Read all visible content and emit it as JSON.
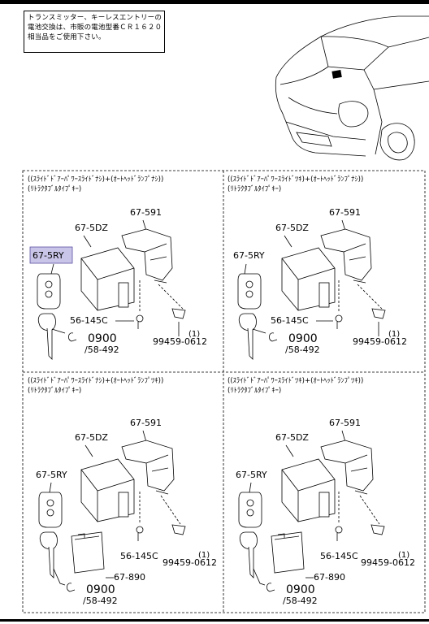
{
  "note": {
    "lines": [
      "トランスミッター、キーレスエントリーの",
      "電池交換は、市販の電池型番ＣＲ１６２０",
      "相当品をご使用下さい。"
    ]
  },
  "panels": [
    {
      "header1": "((ｽﾗｲﾄﾞﾄﾞｱｰﾊﾟﾜｰｽﾗｲﾄﾞﾅｼ)+(ｵｰﾄﾍｯﾄﾞﾗﾝﾌﾟﾅｼ))",
      "header2": "(ﾘﾄﾗｸﾀﾌﾞﾙﾀｲﾌﾟｷｰ)",
      "labels": {
        "unit": "67-5DZ",
        "bracket": "67-591",
        "transmitter": "67-5RY",
        "bolt": "56-145C",
        "clip": "99459-0612",
        "clip_qty": "(1)",
        "key": "0900",
        "key_sub": "/58-492"
      }
    },
    {
      "header1": "((ｽﾗｲﾄﾞﾄﾞｱｰﾊﾟﾜｰｽﾗｲﾄﾞﾂｷ)+(ｵｰﾄﾍｯﾄﾞﾗﾝﾌﾟﾅｼ))",
      "header2": "(ﾘﾄﾗｸﾀﾌﾞﾙﾀｲﾌﾟｷｰ)",
      "labels": {
        "unit": "67-5DZ",
        "bracket": "67-591",
        "transmitter": "67-5RY",
        "bolt": "56-145C",
        "clip": "99459-0612",
        "clip_qty": "(1)",
        "key": "0900",
        "key_sub": "/58-492"
      }
    },
    {
      "header1": "((ｽﾗｲﾄﾞﾄﾞｱｰﾊﾟﾜｰｽﾗｲﾄﾞﾅｼ)+(ｵｰﾄﾍｯﾄﾞﾗﾝﾌﾟﾂｷ))",
      "header2": "(ﾘﾄﾗｸﾀﾌﾞﾙﾀｲﾌﾟｷｰ)",
      "labels": {
        "unit": "67-5DZ",
        "bracket": "67-591",
        "transmitter": "67-5RY",
        "bolt": "56-145C",
        "clip": "99459-0612",
        "clip_qty": "(1)",
        "key": "0900",
        "key_sub": "/58-492",
        "module": "67-890"
      }
    },
    {
      "header1": "((ｽﾗｲﾄﾞﾄﾞｱｰﾊﾟﾜｰｽﾗｲﾄﾞﾂｷ)+(ｵｰﾄﾍｯﾄﾞﾗﾝﾌﾟﾂｷ))",
      "header2": "(ﾘﾄﾗｸﾀﾌﾞﾙﾀｲﾌﾟｷｰ)",
      "labels": {
        "unit": "67-5DZ",
        "bracket": "67-591",
        "transmitter": "67-5RY",
        "bolt": "56-145C",
        "clip": "99459-0612",
        "clip_qty": "(1)",
        "key": "0900",
        "key_sub": "/58-492",
        "module": "67-890"
      }
    }
  ],
  "colors": {
    "highlight": "#c9c5e8",
    "highlight_border": "#5a4fa0"
  }
}
